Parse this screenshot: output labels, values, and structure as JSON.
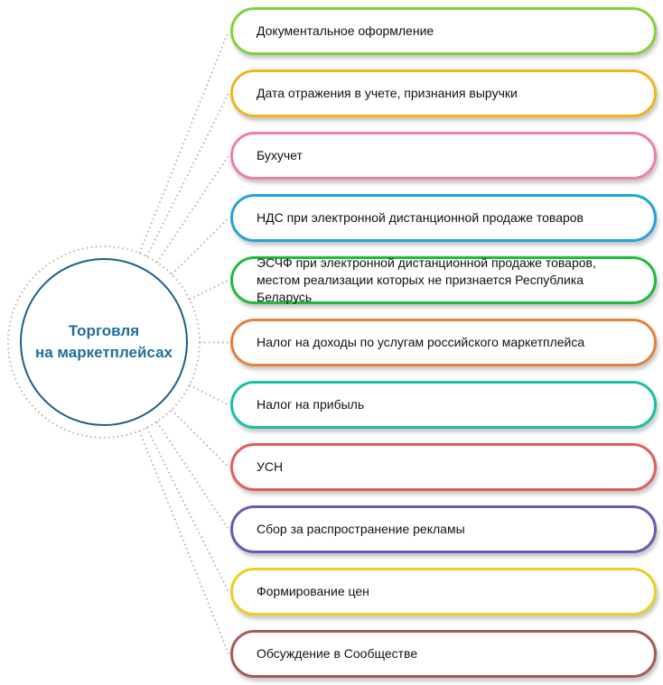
{
  "hub": {
    "line1": "Торговля",
    "line2": "на маркетплейсах"
  },
  "items": [
    {
      "label": "Документальное оформление",
      "color": "#7ed33a"
    },
    {
      "label": "Дата отражения в учете, признания выручки",
      "color": "#f2b321"
    },
    {
      "label": "Бухучет",
      "color": "#ef7fa3"
    },
    {
      "label": "НДС при электронной дистанционной продаже товаров",
      "color": "#23a4dc"
    },
    {
      "label": "ЭСЧФ при электронной дистанционной продаже товаров, местом реализации которых не признается Республика Беларусь",
      "color": "#1fbb3c"
    },
    {
      "label": "Налог на доходы по услугам российского маркетплейса",
      "color": "#e6803c"
    },
    {
      "label": "Налог на прибыль",
      "color": "#1bbfa4"
    },
    {
      "label": "УСН",
      "color": "#e35c5c"
    },
    {
      "label": "Сбор за распространение рекламы",
      "color": "#7156b3"
    },
    {
      "label": "Формирование цен",
      "color": "#f0cd1e"
    },
    {
      "label": "Обсуждение в Сообществе",
      "color": "#a65a55"
    }
  ],
  "colors": {
    "hub_border": "#1e5f86",
    "hub_text": "#1f6f9a",
    "connector": "#b5b5b5"
  }
}
